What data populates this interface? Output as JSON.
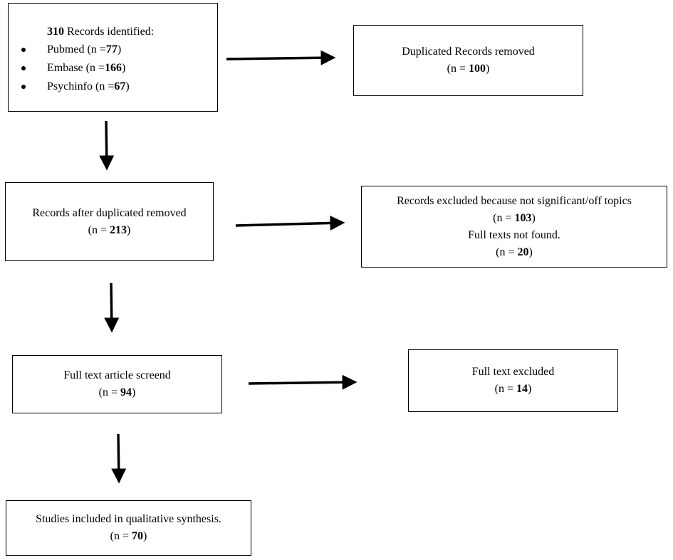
{
  "identified": {
    "count": "310",
    "label": " Records identified:",
    "sources": [
      {
        "name": "Pubmed ( ",
        "n_prefix": "n = ",
        "n": "77",
        "suffix": ")"
      },
      {
        "name": "Embase ( ",
        "n_prefix": "n = ",
        "n": "166",
        "suffix": ")"
      },
      {
        "name": "Psychinfo (",
        "n_prefix": "n = ",
        "n": "67",
        "suffix": ")"
      }
    ]
  },
  "duplicates_removed": {
    "label": "Duplicated Records removed",
    "n_prefix": "(n = ",
    "n": "100",
    "n_suffix": ")"
  },
  "after_duplicates": {
    "label": "Records after duplicated removed",
    "n_prefix": "(n = ",
    "n": "213",
    "n_suffix": ")"
  },
  "excluded": {
    "label": "Records excluded because not significant/off topics",
    "n1_prefix": "(n = ",
    "n1": "103",
    "n1_suffix": ")",
    "label2": "Full texts not found.",
    "n2_prefix": "(n = ",
    "n2": "20",
    "n2_suffix": ")"
  },
  "full_text_screened": {
    "label": "Full text article screend",
    "n_prefix": "(n = ",
    "n": "94",
    "n_suffix": ")"
  },
  "full_text_excluded": {
    "label": "Full text excluded",
    "n_prefix": "(n = ",
    "n": "14",
    "n_suffix": ")"
  },
  "included": {
    "label": "Studies included in qualitative synthesis.",
    "n_prefix": "(n = ",
    "n": "70",
    "n_suffix": ")"
  }
}
